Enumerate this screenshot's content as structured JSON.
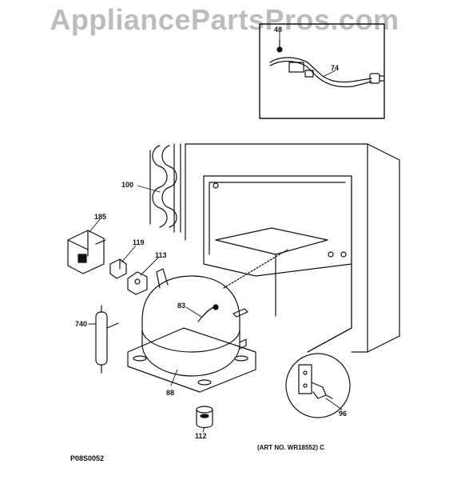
{
  "watermark": "AppliancePartsPros.com",
  "callouts": {
    "c48": "48",
    "c74": "74",
    "c100": "100",
    "c185": "185",
    "c119": "119",
    "c113": "113",
    "c83": "83",
    "c740": "740",
    "c88": "88",
    "c112": "112",
    "c96": "96"
  },
  "diagram_code": "P08S0052",
  "art_number": "(ART NO. WR18552) C",
  "colors": {
    "line": "#111111",
    "watermark": "#bcbcbc",
    "background": "#ffffff"
  }
}
